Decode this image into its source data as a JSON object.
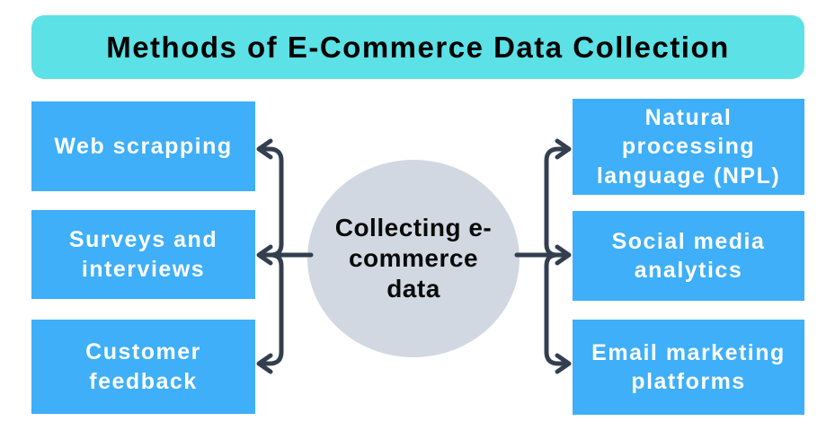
{
  "title": "Methods of E-Commerce Data Collection",
  "center": {
    "label": "Collecting e-commerce data"
  },
  "left_boxes": [
    {
      "label": "Web scrapping"
    },
    {
      "label": "Surveys and interviews"
    },
    {
      "label": "Customer feedback"
    }
  ],
  "right_boxes": [
    {
      "label": "Natural processing language (NPL)"
    },
    {
      "label": "Social media analytics"
    },
    {
      "label": "Email marketing platforms"
    }
  ],
  "icons": {
    "left_arrows": "arrow-left-icon",
    "right_arrows": "arrow-right-icon"
  },
  "colors": {
    "background": "#FFFFFF",
    "banner": "#5CE1E6",
    "box": "#3EAFF8",
    "circle": "#D2D8E2",
    "arrow": "#333F4F",
    "title_text": "#000000",
    "box_text": "#FFFFFF",
    "center_text": "#0A0A0A"
  }
}
